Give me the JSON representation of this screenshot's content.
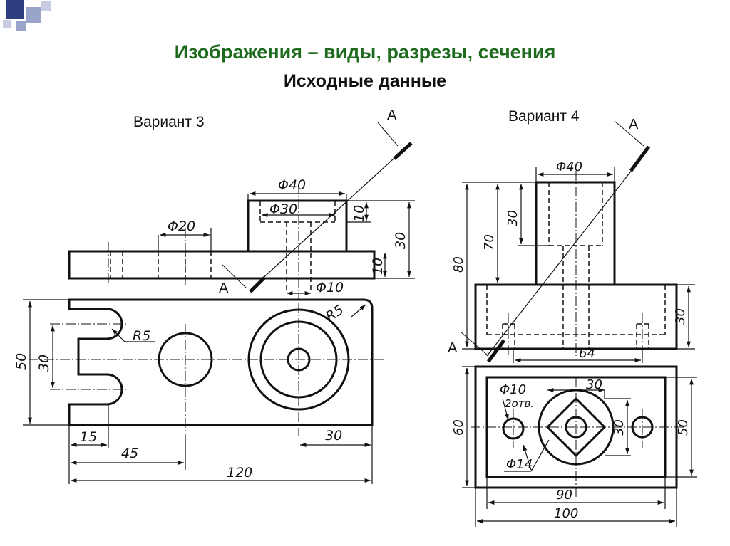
{
  "slide": {
    "title": "Изображения – виды,  разрезы,  сечения",
    "subtitle": "Исходные данные",
    "accent_color": "#1e6b1e",
    "deco_colors": [
      "#2e3f7f",
      "#9aa3c9"
    ]
  },
  "variant3": {
    "label": "Вариант 3",
    "section_mark": "A",
    "dims": {
      "d40": "Φ40",
      "d30": "Φ30",
      "d20": "Φ20",
      "d10": "Φ10",
      "h10a": "10",
      "h30": "30",
      "h10b": "10",
      "r5a": "R5",
      "r5b": "R5",
      "w50": "50",
      "w30": "30",
      "l15": "15",
      "l45": "45",
      "l30": "30",
      "l120": "120"
    }
  },
  "variant4": {
    "label": "Вариант 4",
    "section_mark": "A",
    "dims": {
      "d40": "Φ40",
      "h30": "30",
      "h70": "70",
      "h80": "80",
      "h30b": "30",
      "l64": "64",
      "d10": "Φ10",
      "holes": "2отв.",
      "s30": "30",
      "s30v": "30",
      "d14": "Φ14",
      "w60": "60",
      "w50": "50",
      "l90": "90",
      "l100": "100"
    }
  }
}
